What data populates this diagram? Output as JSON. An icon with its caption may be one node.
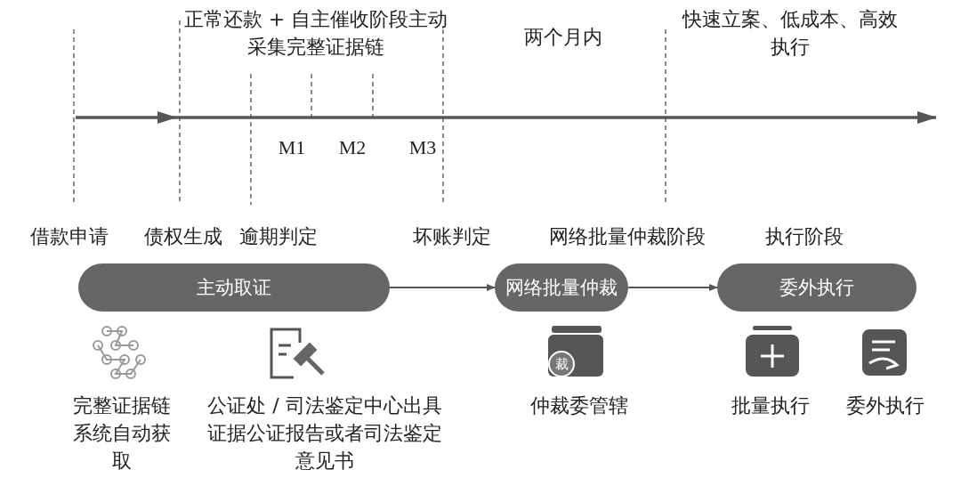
{
  "diagram": {
    "nodes": [
      {
        "text": [
          "主动取证"
        ]
      },
      {
        "text": [
          "网络批量仲裁"
        ]
      },
      {
        "text": [
          "委外执行"
        ]
      }
    ],
    "edges": [
      {
        "from": 0,
        "to": 1,
        "arrow": "to"
      },
      {
        "from": 1,
        "to": 2,
        "arrow": "to"
      }
    ],
    "labels": [
      "正常还款 + 自主催收阶段主动采集完整证据链",
      "两个月内",
      "快速立案、低成本、高效执行",
      "M1",
      "M2",
      "M3",
      "借款申请",
      "债权生成",
      "逾期判定",
      "坏账判定",
      "网络批量仲裁阶段",
      "执行阶段",
      "裁",
      "完整证据链系统自动获取",
      "公证处 / 司法鉴定中心出具证据公证报告或者司法鉴定意见书",
      "仲裁委管辖",
      "批量执行",
      "委外执行"
    ]
  }
}
